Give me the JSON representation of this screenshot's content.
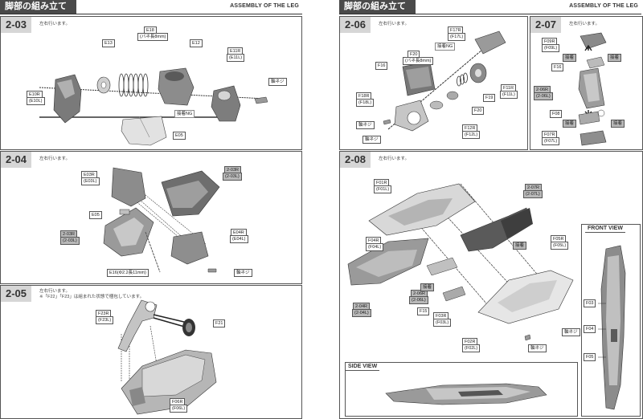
{
  "left_page": {
    "header_jp": "脚部の組み立て",
    "header_en": "ASSEMBLY OF THE LEG",
    "steps": [
      {
        "no": "2-03",
        "note": "左右行います。",
        "labels": [
          "E13",
          "E18",
          "(バネ長8mm)",
          "E12",
          "E11R",
          "(E11L)",
          "E10R",
          "(E10L)",
          "接着NG",
          "E05",
          "軸ネジ"
        ]
      },
      {
        "no": "2-04",
        "note": "左右行います。",
        "labels": [
          "E03R",
          "(E03L)",
          "2-03R",
          "(2-03L)",
          "E05",
          "2-03R",
          "(2-03L)",
          "E04R",
          "(E04L)",
          "E16(Φ2.2長11mm)",
          "軸ネジ"
        ]
      },
      {
        "no": "2-05",
        "note": "左右行います。",
        "note2": "※「F22」「F23」は組まれた状態で梱包しています。",
        "labels": [
          "F23R",
          "(F23L)",
          "F21",
          "F06R",
          "(F06L)"
        ]
      }
    ]
  },
  "right_page": {
    "header_jp": "脚部の組み立て",
    "header_en": "ASSEMBLY OF THE LEG",
    "steps": [
      {
        "no": "2-06",
        "note": "左右行います。",
        "labels": [
          "F17R",
          "(F17L)",
          "接着NG",
          "F20",
          "(バネ長8mm)",
          "F16",
          "F11R",
          "(F11L)",
          "F19",
          "F18R",
          "(F18L)",
          "F20",
          "軸ネジ",
          "F12R",
          "(F12L)",
          "軸ネジ"
        ]
      },
      {
        "no": "2-07",
        "note": "左右行います。",
        "labels": [
          "F09R",
          "(F09L)",
          "接着",
          "接着",
          "F16",
          "2-06R",
          "(2-06L)",
          "F08",
          "接着",
          "接着",
          "F07R",
          "(F07L)"
        ]
      },
      {
        "no": "2-08",
        "note": "左右行います。",
        "labels": [
          "F01R",
          "(F01L)",
          "2-07R",
          "(2-07L)",
          "接着",
          "F05R",
          "(F05L)",
          "F04R",
          "(F04L)",
          "2-06R",
          "(2-06L)",
          "接着",
          "2-04R",
          "(2-04L)",
          "F15",
          "F03R",
          "(F03L)",
          "軸ネジ",
          "F02R",
          "(F02L)",
          "軸ネジ",
          "F03",
          "F04",
          "F05"
        ],
        "side_view": "SIDE VIEW",
        "front_view": "FRONT VIEW"
      }
    ]
  },
  "colors": {
    "header_bg": "#4a4a4a",
    "step_bg": "#d6d6d6",
    "border": "#555555",
    "part_dark": "#6a6a6a",
    "part_mid": "#a8a8a8",
    "part_light": "#dcdcdc"
  }
}
